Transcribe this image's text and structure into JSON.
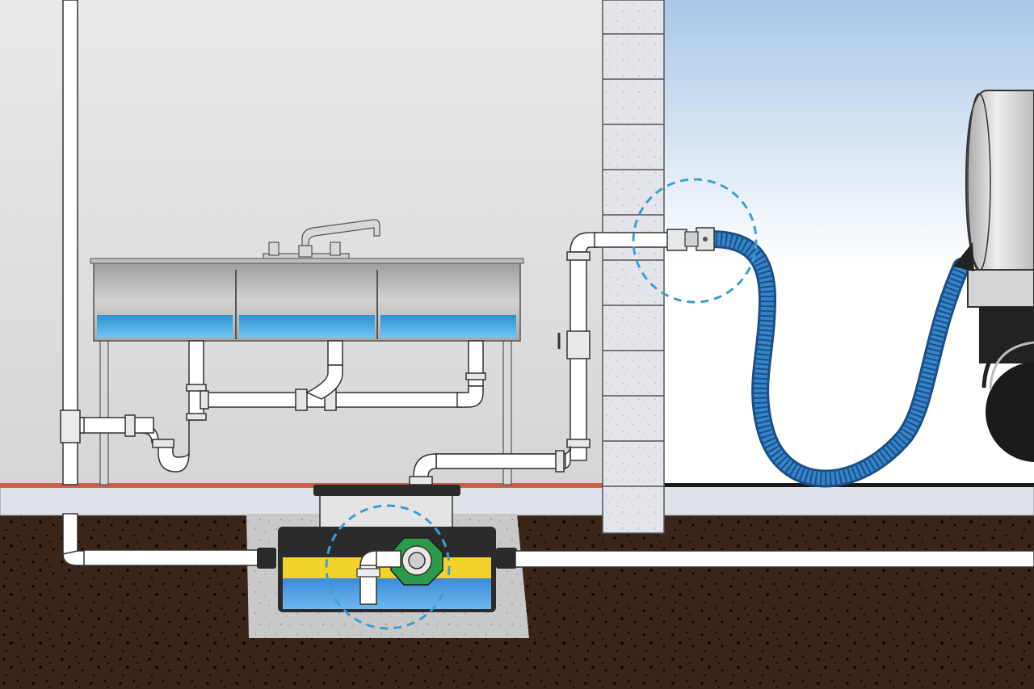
{
  "colors": {
    "interior_wall": "#e4e4e4",
    "sky_top": "#a9c7e6",
    "sky_bottom": "#ffffff",
    "block": "#e3e5ea",
    "slab": "#dfe2e8",
    "floor_edge": "#c8604a",
    "soil": "#3b2519",
    "pit": "#c9c9c9",
    "pipe": "#ffffff",
    "outline": "#222222",
    "water": "#3aa0dc",
    "grease_layer": "#f2d22b",
    "trap_body": "#2b2b2b",
    "hose": "#2f74b5",
    "callout_ring": "#3d9fd0",
    "valve": "#2b9a4a"
  },
  "icons": {
    "sink": "three-compartment-sink",
    "trap": "grease-interceptor",
    "truck": "vacuum-pump-truck"
  }
}
